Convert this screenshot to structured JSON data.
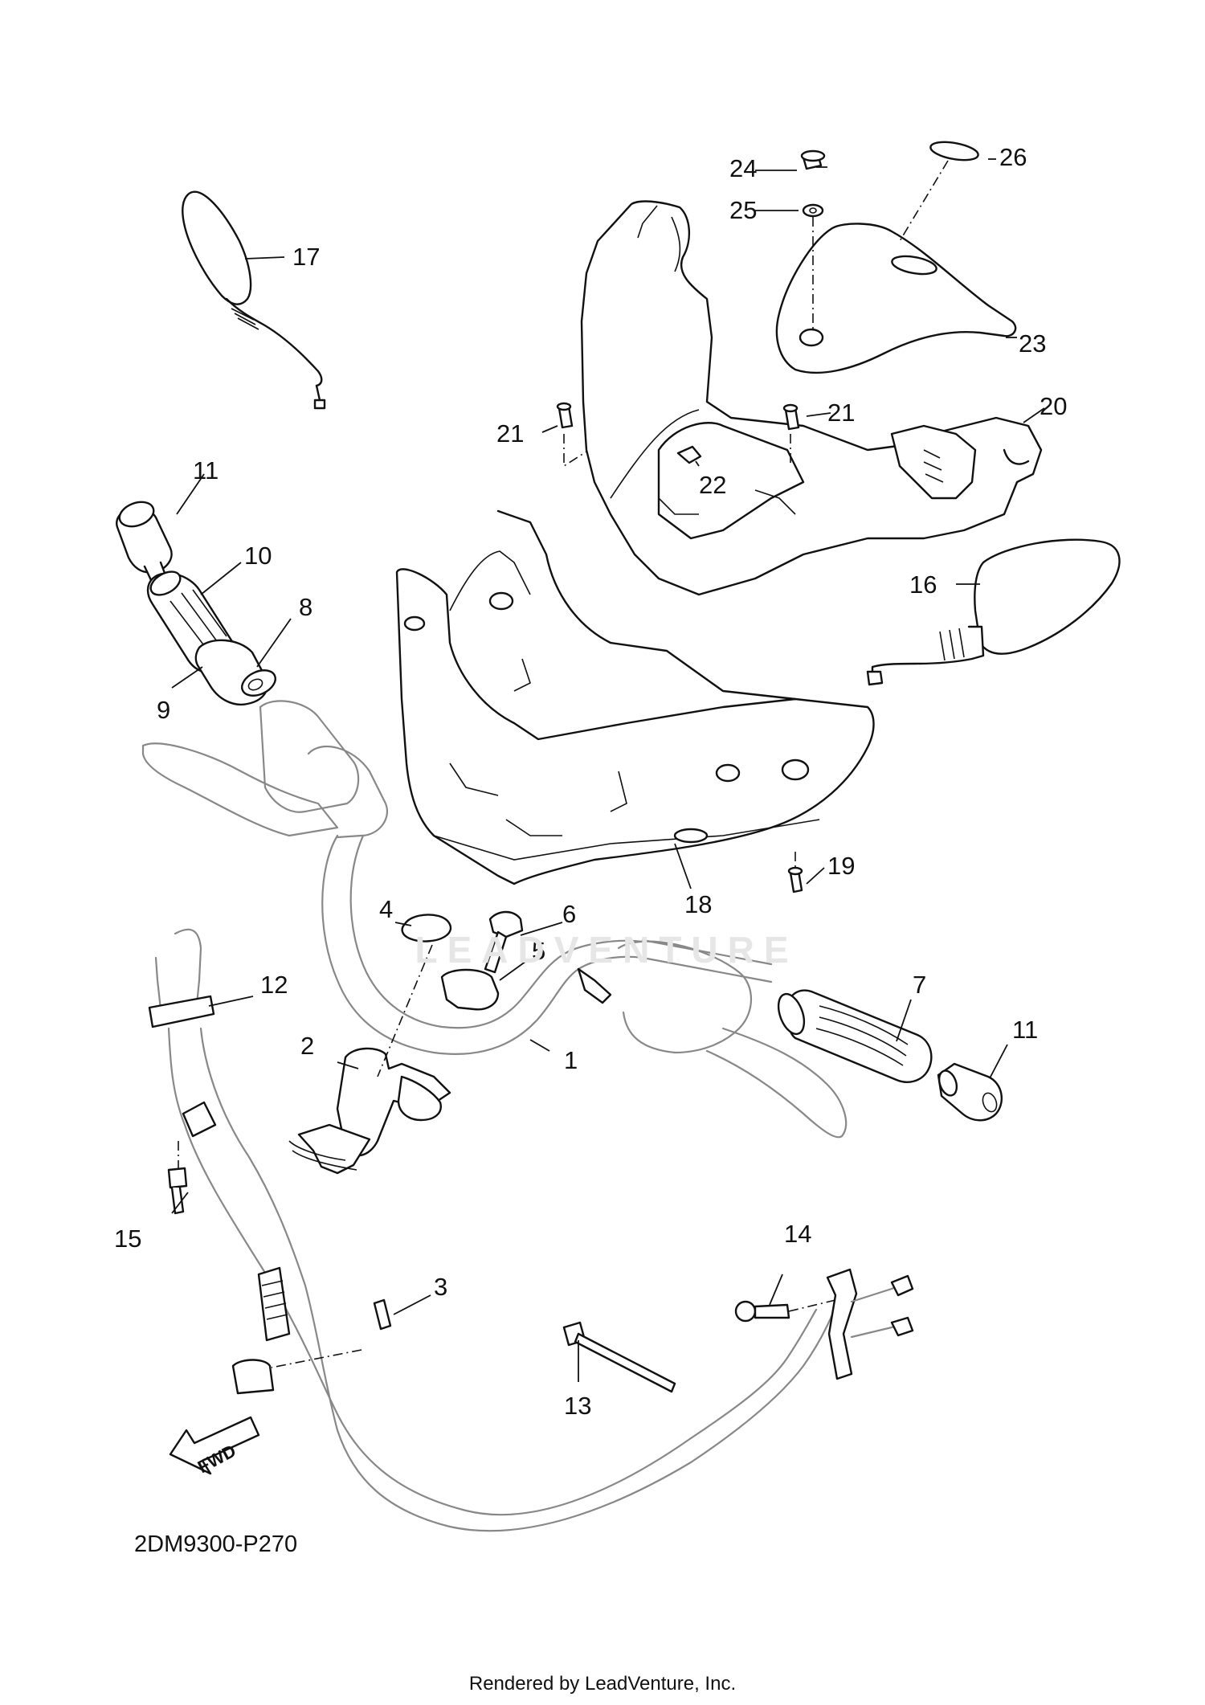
{
  "diagram": {
    "watermark": "LEADVENTURE",
    "diagram_code": "2DM9300-P270",
    "footer": "Rendered by LeadVenture, Inc.",
    "fwd_label": "FWD",
    "callouts": [
      {
        "id": "c1",
        "label": "1"
      },
      {
        "id": "c2",
        "label": "2"
      },
      {
        "id": "c3",
        "label": "3"
      },
      {
        "id": "c4",
        "label": "4"
      },
      {
        "id": "c5",
        "label": "5"
      },
      {
        "id": "c6",
        "label": "6"
      },
      {
        "id": "c7",
        "label": "7"
      },
      {
        "id": "c8",
        "label": "8"
      },
      {
        "id": "c9",
        "label": "9"
      },
      {
        "id": "c10",
        "label": "10"
      },
      {
        "id": "c11a",
        "label": "11"
      },
      {
        "id": "c11b",
        "label": "11"
      },
      {
        "id": "c12",
        "label": "12"
      },
      {
        "id": "c13",
        "label": "13"
      },
      {
        "id": "c14",
        "label": "14"
      },
      {
        "id": "c15",
        "label": "15"
      },
      {
        "id": "c16",
        "label": "16"
      },
      {
        "id": "c17",
        "label": "17"
      },
      {
        "id": "c18",
        "label": "18"
      },
      {
        "id": "c19",
        "label": "19"
      },
      {
        "id": "c20",
        "label": "20"
      },
      {
        "id": "c21a",
        "label": "21"
      },
      {
        "id": "c21b",
        "label": "21"
      },
      {
        "id": "c22",
        "label": "22"
      },
      {
        "id": "c23",
        "label": "23"
      },
      {
        "id": "c24",
        "label": "24"
      },
      {
        "id": "c25",
        "label": "25"
      },
      {
        "id": "c26",
        "label": "26"
      }
    ]
  }
}
